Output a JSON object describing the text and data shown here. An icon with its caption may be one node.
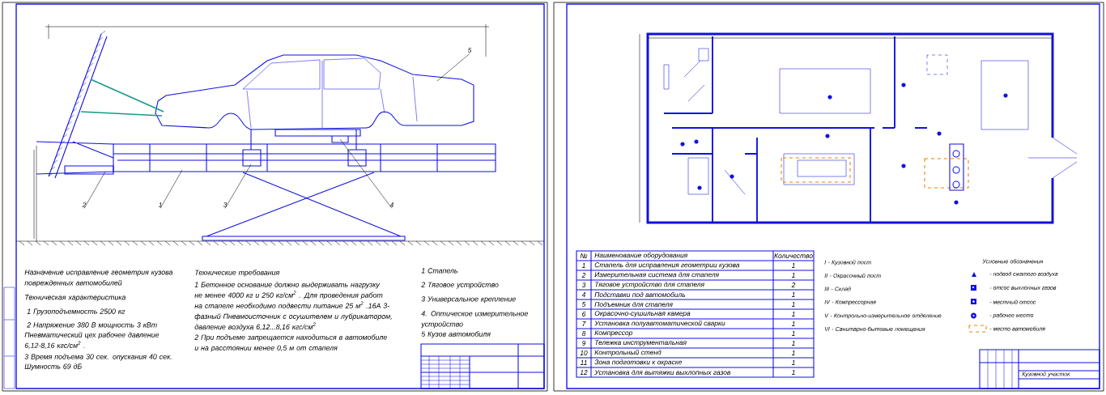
{
  "diagram": {
    "nodes": [
      {
        "text": [
          "5"
        ]
      },
      {
        "text": [
          "2"
        ]
      },
      {
        "text": [
          "1"
        ]
      },
      {
        "text": [
          "3"
        ]
      },
      {
        "text": [
          "4"
        ]
      }
    ],
    "edges": [
      {
        "from": 0,
        "to": null,
        "arrow": "none"
      },
      {
        "from": 1,
        "to": null,
        "arrow": "none"
      },
      {
        "from": 2,
        "to": null,
        "arrow": "none"
      },
      {
        "from": 3,
        "to": null,
        "arrow": "none"
      },
      {
        "from": 4,
        "to": null,
        "arrow": "none"
      }
    ],
    "labels": [
      "Назначение исправление геометрия кузова поврежденных автомобилей",
      "Техническая характеристика",
      "1 Грузоподъемность 2500 кг",
      "2 Напряжение 380 В мощность 3 кВт",
      "Пневматический цех рабочее давление 6,12-8,16 кгс/см$^{2}$ .",
      "3 Время подъема 30 сек. опускания 40 сек.",
      "Шумность 69 дБ",
      "Технические требования",
      "1 Бетонное основание должно выдерживать нагрузку не менее 4000 кг и 250 кг/см$^{2}$ . Для проведения работ на стапеле необходимо подвести питание 25 м$^{2}$ .16А 3-фазный Пневмоисточник с осушителем и лубрикатором, давление воздуха 6,12...8,16 кгс/см$^{2}$",
      "2 При подъеме запрещается находиться в автомобиле и на расстоянии менее 0,5 м от стапеля",
      "1 Стапель",
      "2 Тяговое устройство",
      "3 Универсальное крепление",
      "4. Оптическое измерительное устройство",
      "5 Кузов автомобиля",
      "№",
      "Наименование оборудования",
      "Количество",
      "1",
      "Стапель для исправления геометрии кузова",
      "1",
      "2",
      "Измерительная система для стапеля",
      "1",
      "3",
      "Тяговое устройство для стапеля",
      "2",
      "4",
      "Подставки под автомобиль",
      "1",
      "5",
      "Подъемник для стапеля",
      "1",
      "6",
      "Окрасочно-сушильная камера",
      "1",
      "7",
      "Установка полуавтоматической сварки",
      "1",
      "8",
      "Компрессор",
      "1",
      "9",
      "Тележка инструментальная",
      "1",
      "10",
      "Контрольный стенд",
      "1",
      "11",
      "Зона подготовки к окраске",
      "1",
      "12",
      "Установка для вытяжки выхлопных газов",
      "1",
      "I - Кузовной пост",
      "II - Окрасочный пост",
      "III - Склад",
      "IV - Компрессорная",
      "V - Контрольно-измерительное отделение",
      "VI - Санитарно-бытовые помещения",
      "Условные обозначения",
      "Кузовной участок"
    ],
    "legend": [
      {
        "text": "- подвод сжатого воздуха"
      },
      {
        "text": "- отсос выхлопных газов"
      },
      {
        "text": "- местный отсос"
      },
      {
        "text": "- рабочее место"
      },
      {
        "text": "- место автомобиля"
      }
    ]
  }
}
